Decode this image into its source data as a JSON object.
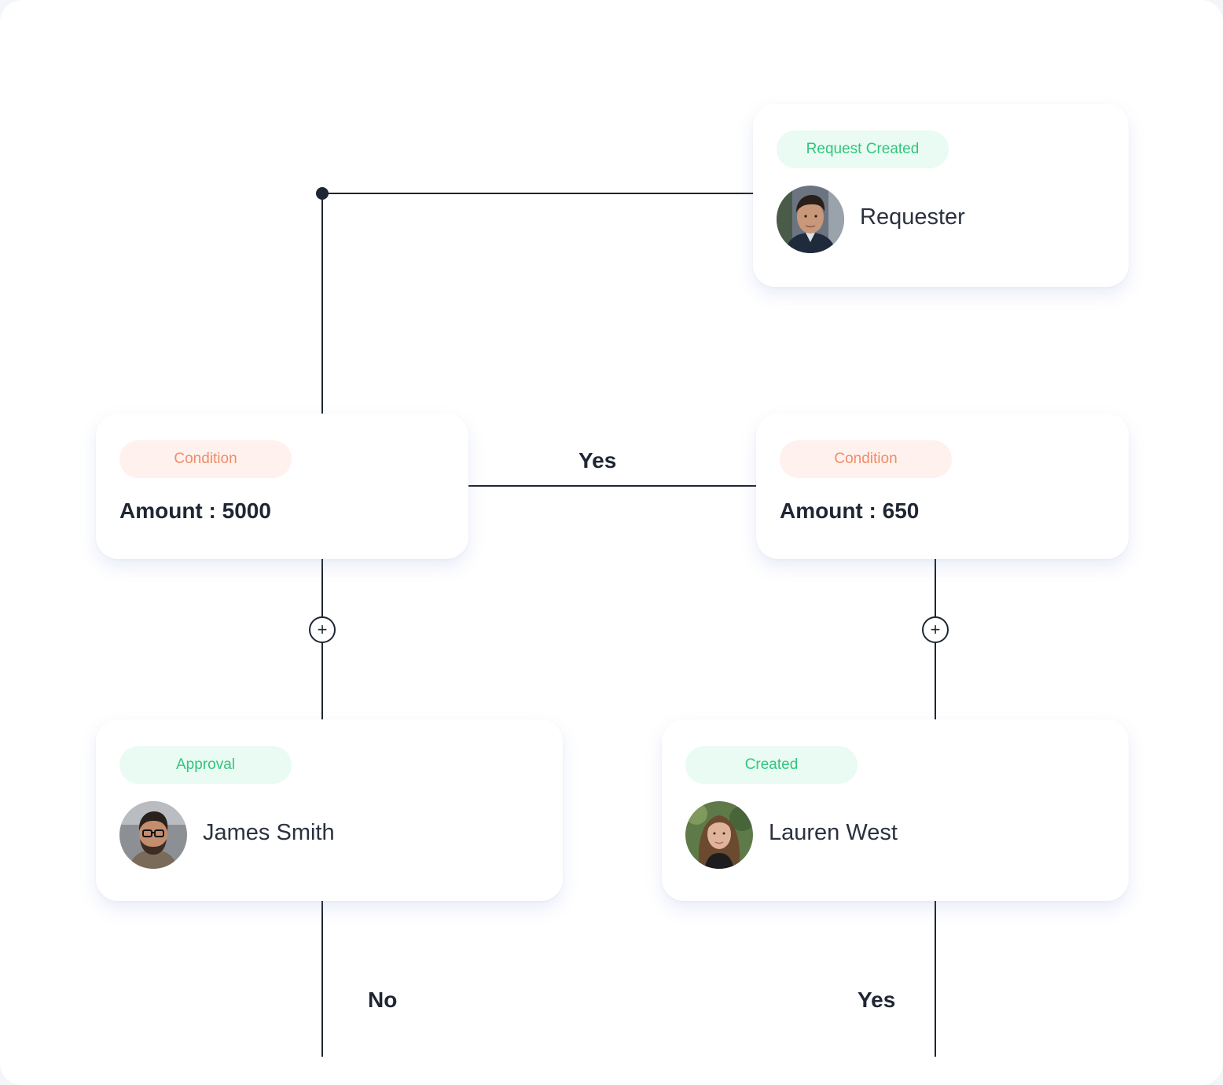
{
  "nodes": {
    "request": {
      "badge": "Request Created",
      "name": "Requester"
    },
    "condition_left": {
      "badge": "Condition",
      "amount": "Amount : 5000"
    },
    "condition_right": {
      "badge": "Condition",
      "amount": "Amount : 650"
    },
    "approval": {
      "badge": "Approval",
      "name": "James Smith"
    },
    "created": {
      "badge": "Created",
      "name": "Lauren West"
    }
  },
  "edges": {
    "yes_top": "Yes",
    "no_bottom": "No",
    "yes_bottom": "Yes"
  },
  "add_button_symbol": "+",
  "colors": {
    "line": "#1f2633",
    "badge_green_bg": "#e9fbf2",
    "badge_green_text": "#33c47f",
    "badge_orange_bg": "#fff1ed",
    "badge_orange_text": "#ee8d6a"
  }
}
